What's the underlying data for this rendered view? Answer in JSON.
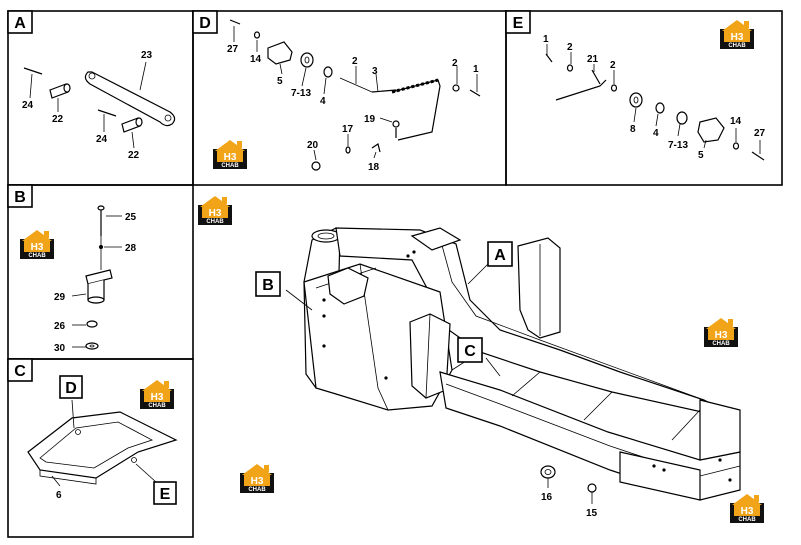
{
  "panels": {
    "A": {
      "letter": "A",
      "parts": [
        "23",
        "24",
        "22",
        "24",
        "22"
      ]
    },
    "B": {
      "letter": "B",
      "parts": [
        "25",
        "28",
        "29",
        "26",
        "30"
      ]
    },
    "C": {
      "letter": "C",
      "parts": [
        "6"
      ],
      "callouts": [
        "D",
        "E"
      ]
    },
    "D": {
      "letter": "D",
      "parts": [
        "27",
        "14",
        "5",
        "7-13",
        "4",
        "2",
        "3",
        "2",
        "1",
        "19",
        "17",
        "20",
        "18"
      ]
    },
    "E": {
      "letter": "E",
      "parts": [
        "1",
        "2",
        "21",
        "2",
        "8",
        "4",
        "7-13",
        "5",
        "14",
        "27"
      ]
    }
  },
  "main": {
    "callouts": [
      "B",
      "A",
      "C"
    ],
    "parts": [
      "16",
      "15"
    ]
  },
  "watermark": {
    "mark": "H3",
    "text": "CHAB"
  },
  "colors": {
    "logo_orange": "#f2a418",
    "logo_black": "#111111"
  }
}
